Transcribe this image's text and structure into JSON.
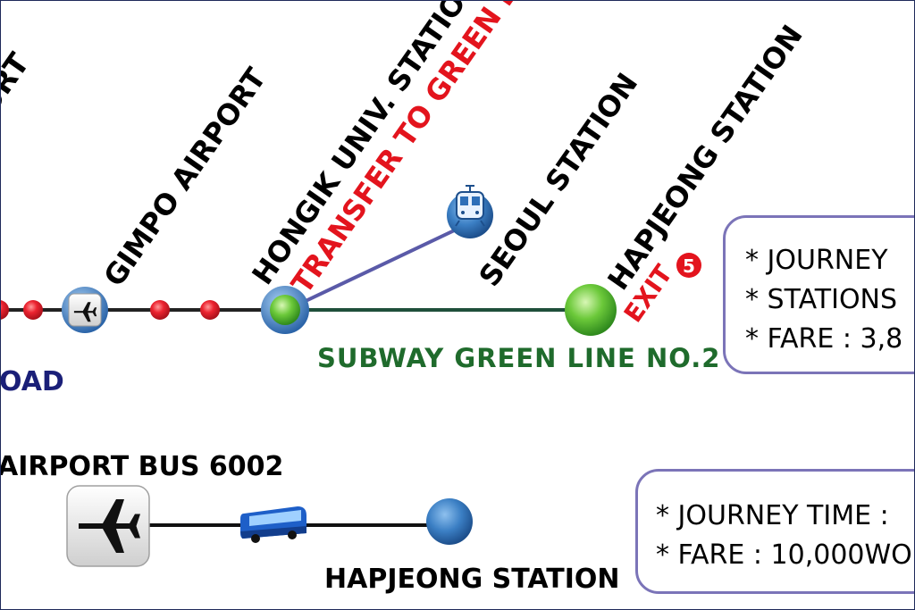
{
  "labels": {
    "top_left_fragment": "ORT",
    "gimpo": "GIMPO AIRPORT",
    "hongik": "HONGIK UNIV. STATION",
    "transfer": "TRANSFER TO GREEN LINE",
    "seoul": "SEOUL STATION",
    "hapjeong_top": "HAPJEONG STATION",
    "exit": "EXIT",
    "exit_number": "5",
    "green_line": "SUBWAY GREEN LINE NO.2",
    "road_fragment": "OAD",
    "bus": "AIRPORT BUS 6002",
    "hapjeong_bottom": "HAPJEONG STATION"
  },
  "info_top": {
    "line1": "* JOURNEY",
    "line2": "* STATIONS",
    "line3": "* FARE : 3,8"
  },
  "info_bottom": {
    "line1": "* JOURNEY TIME :",
    "line2": "* FARE : 10,000WO"
  },
  "icons": {
    "gimpo": "airplane-icon",
    "seoul": "train-icon",
    "bus": "bus-icon",
    "airport": "airplane-icon"
  },
  "colors": {
    "red_line": "#e11a2a",
    "green_line": "#1f6b2c",
    "transfer_red": "#e3141d",
    "navy": "#1a1f78",
    "box_border": "#7b74b8",
    "station_blue": "#3b7fc4",
    "station_green": "#5cc333"
  }
}
